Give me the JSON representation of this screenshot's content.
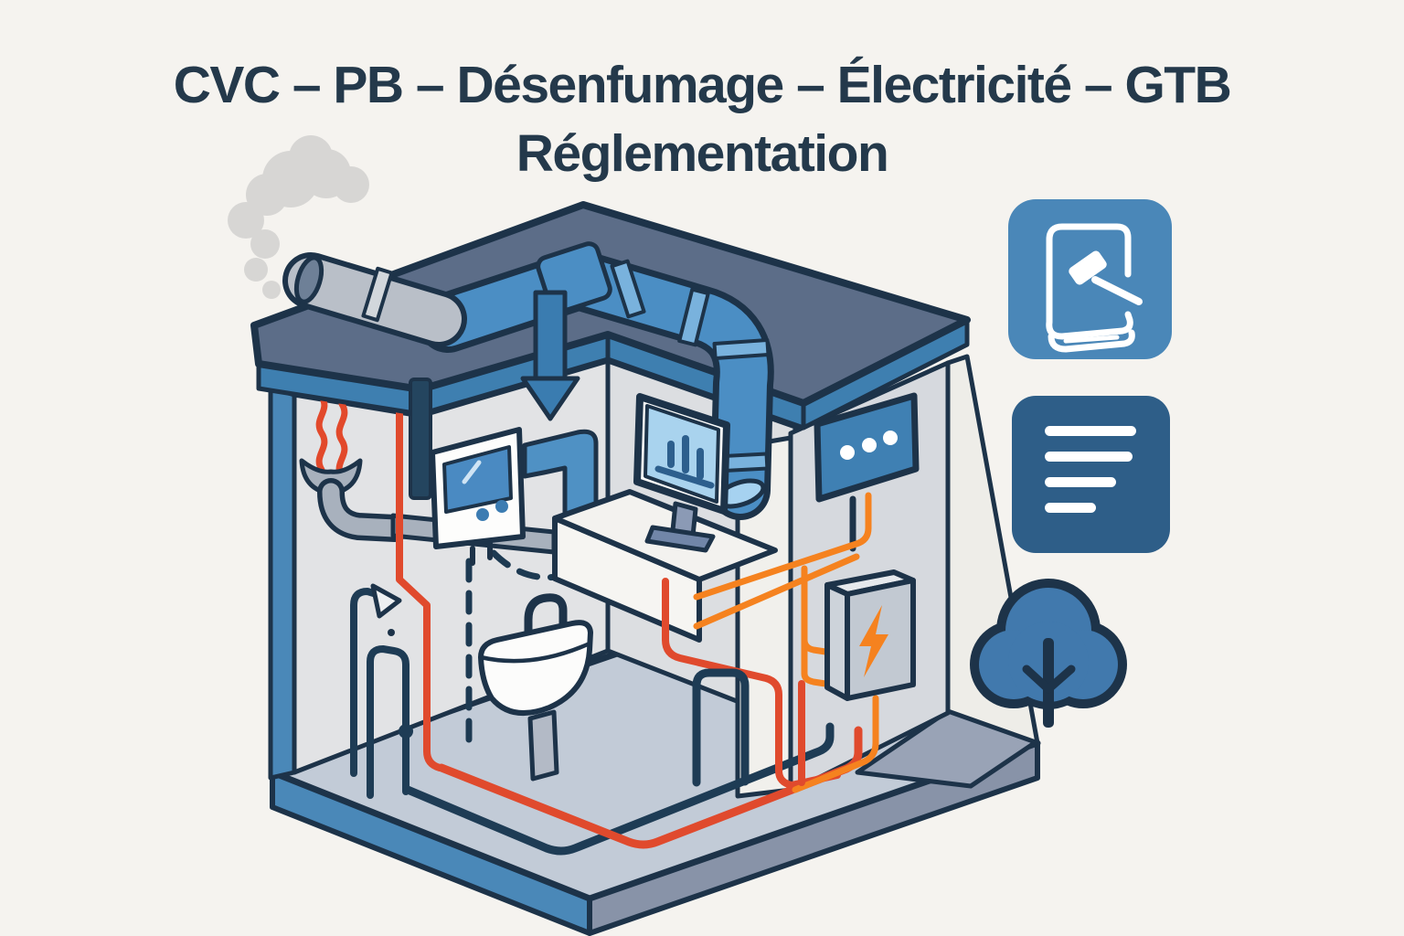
{
  "title": {
    "line1": "CVC – PB – Désenfumage – Électricité – GTB",
    "line2": "Réglementation"
  },
  "palette": {
    "background": "#f5f3ef",
    "ink_outline": "#1d3349",
    "title_navy": "#24394b",
    "roof_slate": "#5c6d88",
    "fascia_blue": "#3e7fb0",
    "duct_blue": "#4b8ec4",
    "duct_light": "#a6d2f0",
    "wall_gray": "#e2e3e5",
    "floor_gray": "#c2cbd7",
    "terrace_gray": "#99a3b6",
    "slab_edge_blue": "#4a88b8",
    "slab_edge_gray": "#8893a8",
    "pipe_red": "#e04a2d",
    "wire_orange": "#f5821f",
    "pipe_gray": "#b9bfc8",
    "smoke_gray": "#d7d6d4",
    "screen_blue": "#4a8ac2",
    "screen_light": "#a9d3ee",
    "icon_book_bg": "#4a87b8",
    "icon_doc_bg": "#2e5e88",
    "tree_blue": "#4179ad"
  },
  "icons": [
    {
      "name": "law-book-icon"
    },
    {
      "name": "document-icon"
    },
    {
      "name": "tree-icon"
    }
  ],
  "illustration": {
    "elements": [
      "smoke-plume",
      "exhaust-pipe",
      "rooftop-ventilation-duct",
      "supply-air-arrow",
      "heat-waves",
      "extraction-hood",
      "thermostat-panel",
      "wall-duct",
      "dashed-control-wire",
      "monitor-workstation",
      "desk",
      "status-panel-dots",
      "electrical-panel",
      "lightning-bolt",
      "shower",
      "washbasin",
      "water-pipes",
      "electrical-wiring",
      "floor-slab",
      "roof",
      "tree"
    ]
  }
}
